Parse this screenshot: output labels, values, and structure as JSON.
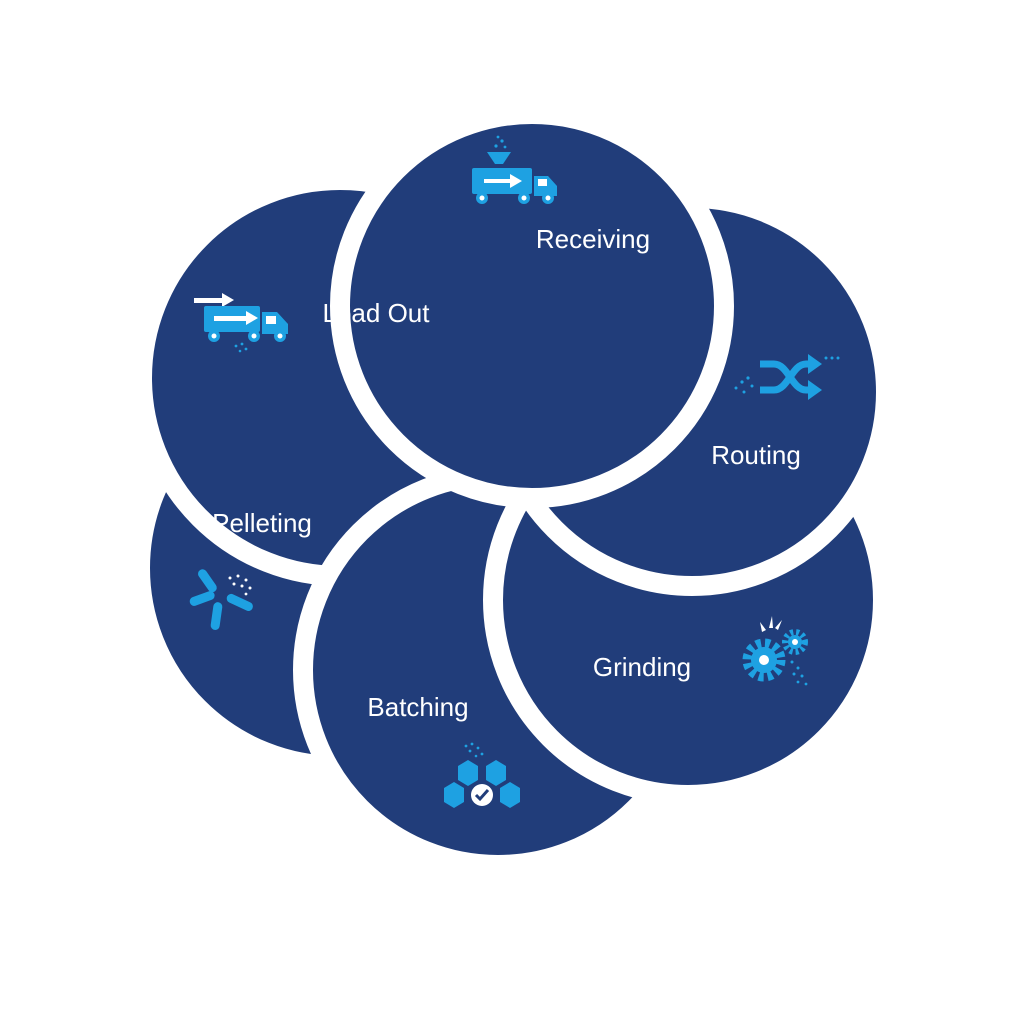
{
  "diagram": {
    "colors": {
      "segment": "#213d7a",
      "gap": "#ffffff",
      "icon": "#1ea1e2",
      "label": "#ffffff"
    },
    "stages": [
      {
        "id": "receiving",
        "label": "Receiving",
        "icon": "truck-hopper-icon"
      },
      {
        "id": "routing",
        "label": "Routing",
        "icon": "shuffle-arrows-icon"
      },
      {
        "id": "grinding",
        "label": "Grinding",
        "icon": "gears-icon"
      },
      {
        "id": "batching",
        "label": "Batching",
        "icon": "boxes-check-icon"
      },
      {
        "id": "pelleting",
        "label": "Pelleting",
        "icon": "pellets-icon"
      },
      {
        "id": "load_out",
        "label": "Load Out",
        "icon": "truck-arrows-icon"
      }
    ]
  }
}
